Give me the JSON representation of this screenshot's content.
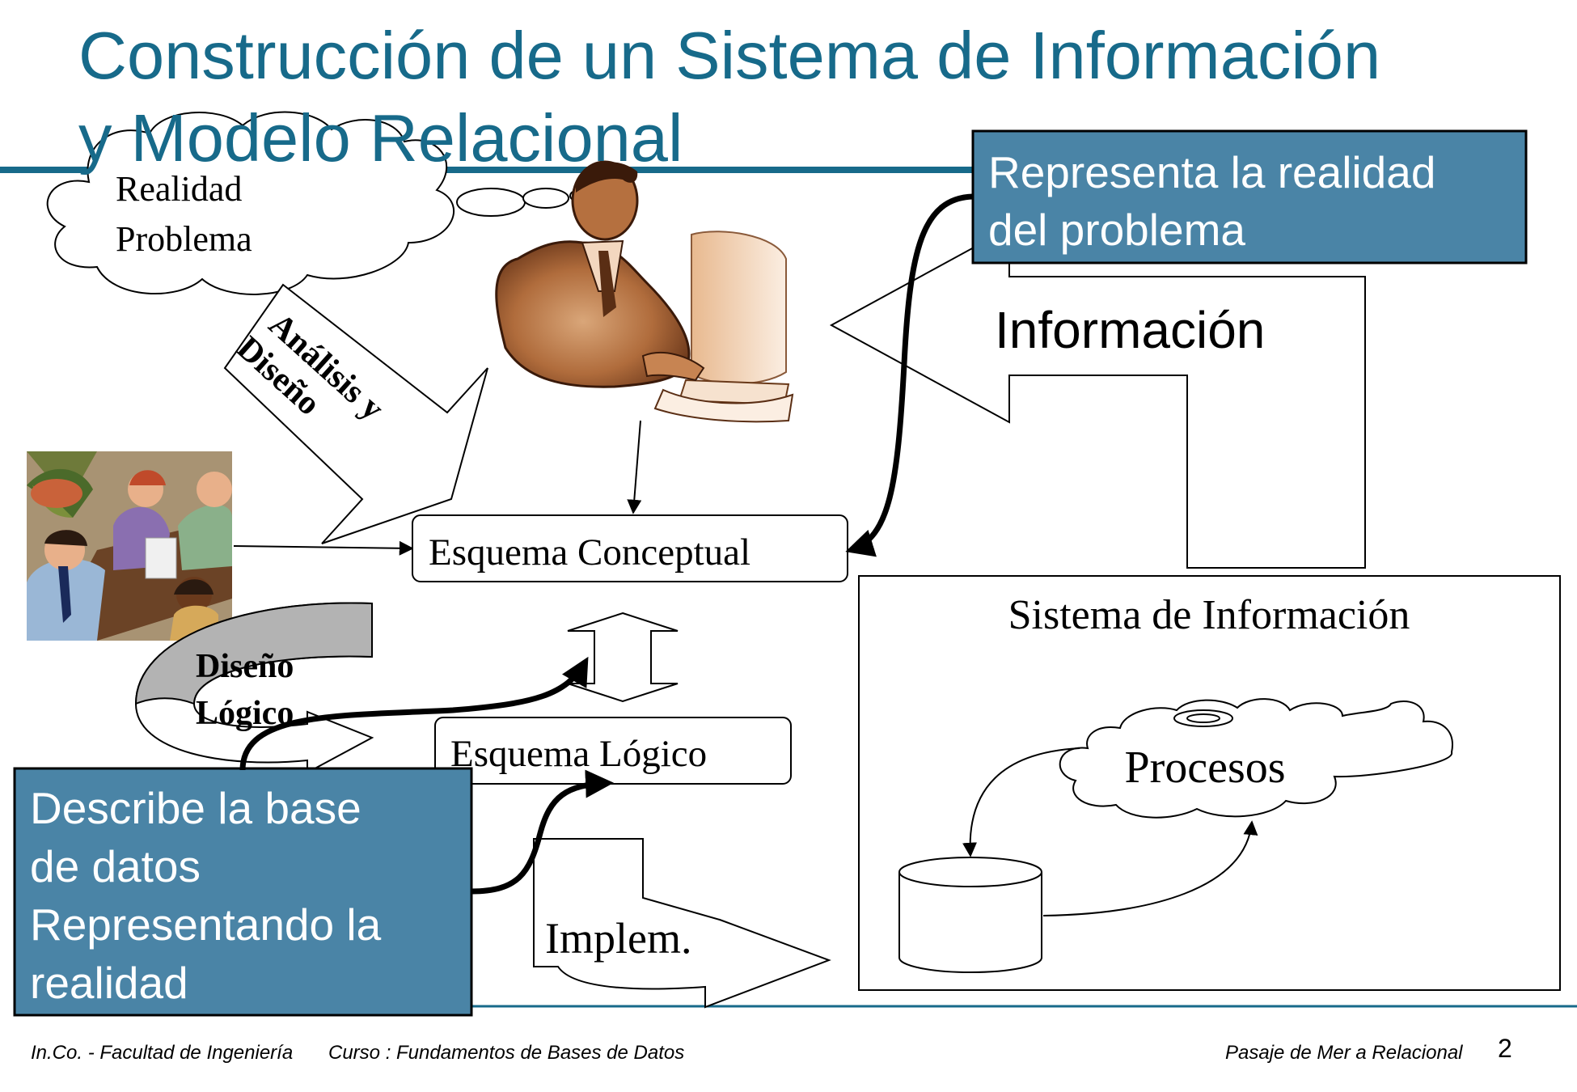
{
  "slide": {
    "title_lines": [
      "Construcción de un Sistema de Información",
      "y Modelo Relacional"
    ],
    "accent_color": "#176a8a",
    "callout_color": "#4a84a6"
  },
  "diagram": {
    "cloud_realidad": [
      "Realidad",
      "Problema"
    ],
    "arrow_analisis": [
      "Análisis y",
      "Diseño"
    ],
    "arrow_diseno_logico": [
      "Diseño",
      "Lógico"
    ],
    "esquema_conceptual": "Esquema Conceptual",
    "esquema_logico": "Esquema Lógico",
    "informacion": "Información",
    "implem": "Implem.",
    "sistema_info": "Sistema de Información",
    "procesos": "Procesos",
    "callout_top": [
      "Representa la realidad",
      "del problema"
    ],
    "callout_bottom": [
      "Describe la base",
      "de datos",
      "Representando la",
      "realidad"
    ],
    "icons": [
      "analyst-clipart-icon",
      "meeting-clipart-icon",
      "database-cylinder-icon"
    ]
  },
  "footer": {
    "org": "In.Co. - Facultad de Ingeniería",
    "course": "Curso : Fundamentos de Bases de Datos",
    "topic": "Pasaje de Mer a Relacional",
    "page": "2"
  }
}
